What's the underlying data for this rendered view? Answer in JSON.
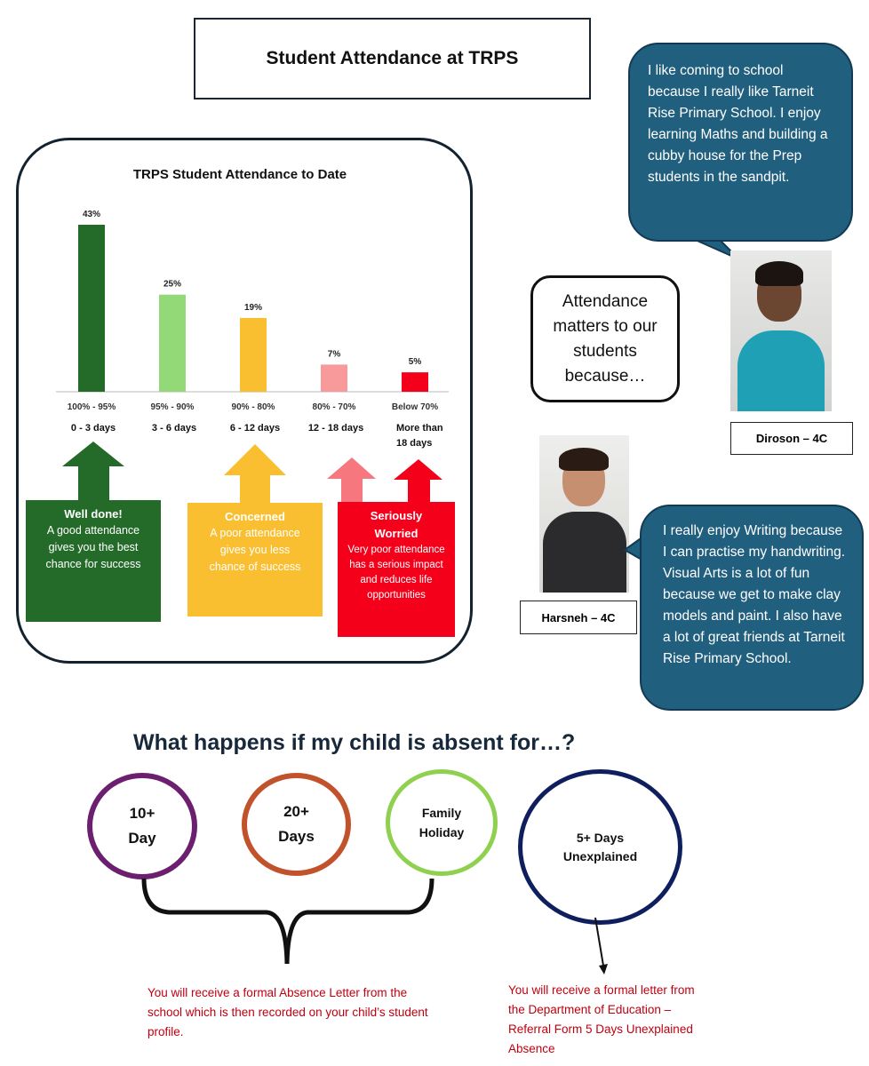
{
  "title": "Student Attendance at TRPS",
  "chart_data": {
    "type": "bar",
    "title": "TRPS Student Attendance to Date",
    "categories": [
      "100% - 95%",
      "95% - 90%",
      "90% - 80%",
      "80% - 70%",
      "Below 70%"
    ],
    "days": [
      "0 - 3 days",
      "3 - 6 days",
      "6 - 12 days",
      "12 - 18 days",
      "More than 18 days"
    ],
    "values": [
      43,
      25,
      19,
      7,
      5
    ],
    "value_labels": [
      "43%",
      "25%",
      "19%",
      "7%",
      "5%"
    ],
    "colors": [
      "#246b2a",
      "#94d977",
      "#f9bf31",
      "#f89a9c",
      "#f5001a"
    ],
    "xlabel": "",
    "ylabel": "",
    "ylim": [
      0,
      45
    ],
    "grid": false
  },
  "callouts": [
    {
      "title": "Well done!",
      "text": "A good attendance gives you the best chance for success",
      "color": "#246b2a"
    },
    {
      "title": "Concerned",
      "text": "A poor attendance gives you less chance of success",
      "color": "#f9bf31"
    },
    {
      "title": "Seriously Worried",
      "text": "Very poor attendance has a serious impact and reduces life opportunities",
      "color": "#f5001a"
    }
  ],
  "attendance_bubble": "Attendance matters to our students because…",
  "quotes": [
    {
      "text": "I like coming to school because I really like Tarneit Rise Primary School. I enjoy learning Maths and building a cubby house for the Prep students in the sandpit.",
      "name": "Diroson – 4C"
    },
    {
      "text": "I really enjoy Writing because I can practise my handwriting. Visual Arts is a lot of fun because we get to make clay models and paint. I also have a lot of great friends at Tarneit Rise Primary School.",
      "name": "Harsneh – 4C"
    }
  ],
  "absence": {
    "heading": "What happens if my child is absent for…?",
    "circles": [
      {
        "label": "10+ Day",
        "color": "#6d1f6f"
      },
      {
        "label": "20+ Days",
        "color": "#c2522b"
      },
      {
        "label": "Family Holiday",
        "color": "#8fd14f"
      },
      {
        "label": "5+ Days Unexplained",
        "color": "#0f1f5e"
      }
    ],
    "letter_school": "You will receive a formal Absence Letter from the school which is then recorded on your child’s student profile.",
    "letter_department": "You will receive a formal letter from the Department of Education – Referral Form 5 Days Unexplained Absence"
  }
}
